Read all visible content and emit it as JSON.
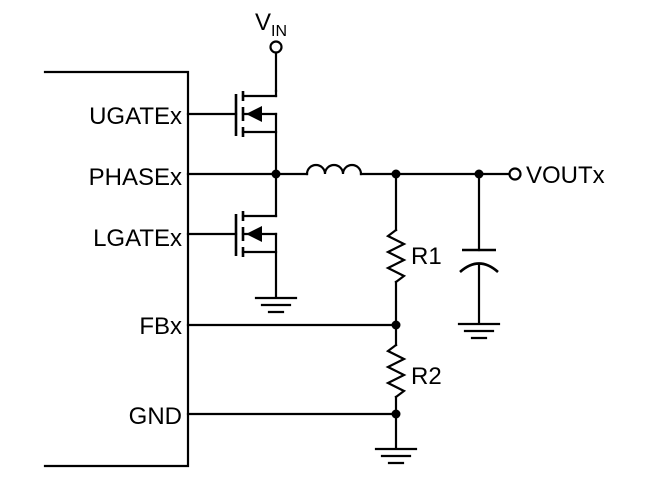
{
  "ic_pins": {
    "ugate": "UGATEx",
    "phase": "PHASEx",
    "lgate": "LGATEx",
    "fb": "FBx",
    "gnd": "GND"
  },
  "supply": {
    "main": "V",
    "subscript": "IN"
  },
  "output": {
    "label": "VOUTx"
  },
  "components": {
    "r1": "R1",
    "r2": "R2"
  }
}
